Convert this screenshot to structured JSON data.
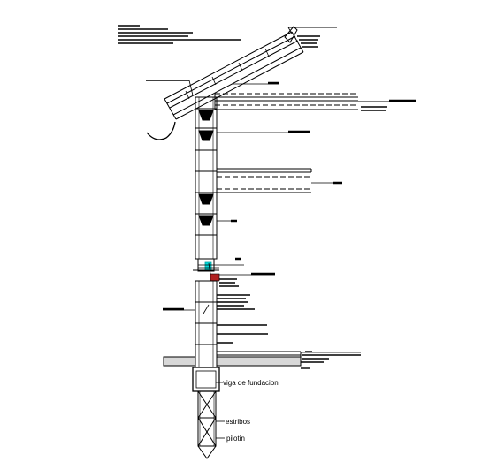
{
  "drawing": {
    "labels": {
      "viga": "viga de fundacion",
      "estribos": "estribos",
      "pilotin": "pilotin"
    },
    "colors": {
      "line": "#000000",
      "glass": "#00d8d8",
      "accent": "#b02020",
      "slab_fill": "#d8d8d8"
    }
  }
}
